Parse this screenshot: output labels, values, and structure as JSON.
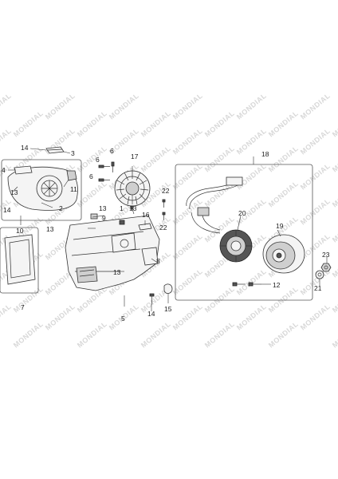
{
  "watermark": {
    "text": "MONDIAL"
  },
  "callouts": {
    "c1": "1",
    "c2": "2",
    "c3": "3",
    "c4": "4",
    "c5": "5",
    "c6a": "6",
    "c6b": "6",
    "c7": "7",
    "c8": "8",
    "c9": "9",
    "c10": "10",
    "c11": "11",
    "c12": "12",
    "c13a": "13",
    "c13b": "13",
    "c13c": "13",
    "c13d": "13",
    "c13e": "13",
    "c14a": "14",
    "c14b": "14",
    "c14c": "14",
    "c15": "15",
    "c16": "16",
    "c17": "17",
    "c18": "18",
    "c19": "19",
    "c20": "20",
    "c21": "21",
    "c22a": "22",
    "c22b": "22",
    "c23": "23"
  }
}
